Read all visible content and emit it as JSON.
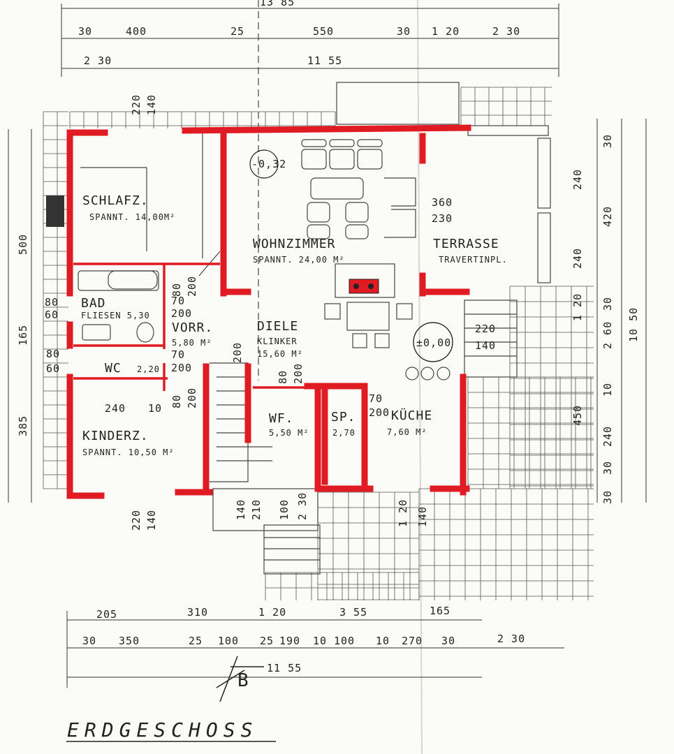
{
  "title": "ERDGESCHOSS",
  "section_marker": "B",
  "colors": {
    "wall": "#e01b24",
    "ink": "#222222",
    "paper": "#fbfbf7"
  },
  "dims_top": {
    "row0": [
      "13 85"
    ],
    "row1": [
      "30",
      "400",
      "25",
      "550",
      "30",
      "1 20",
      "2 30"
    ],
    "row2": [
      "2 30",
      "11 55"
    ]
  },
  "dims_bottom": {
    "row1": [
      "205",
      "310",
      "1 20",
      "3 55",
      "165"
    ],
    "row2": [
      "30",
      "350",
      "25",
      "100",
      "25",
      "190",
      "10",
      "100",
      "10",
      "270",
      "30",
      "2 30"
    ],
    "row3": [
      "11 55"
    ]
  },
  "dims_left": [
    "500",
    "165",
    "385",
    "80",
    "60",
    "80",
    "60"
  ],
  "dims_right": [
    "30",
    "240",
    "420",
    "240",
    "30",
    "1 20",
    "2 60",
    "10",
    "450",
    "240",
    "30",
    "30",
    "10 50"
  ],
  "dims_interior": [
    "220",
    "140",
    "220",
    "140",
    "220",
    "140",
    "80",
    "200",
    "70",
    "200",
    "70",
    "200",
    "80",
    "200",
    "240",
    "10",
    "80",
    "200",
    "200",
    "70",
    "200",
    "140",
    "210",
    "100",
    "2 30",
    "1 20",
    "140",
    "360",
    "230"
  ],
  "levels": [
    "-0,32",
    "±0,00"
  ],
  "rooms": [
    {
      "name": "SCHLAFZ.",
      "detail": "SPANNT. 14,00M²"
    },
    {
      "name": "WOHNZIMMER",
      "detail": "SPANNT. 24,00 M²"
    },
    {
      "name": "TERRASSE",
      "detail": "TRAVERTINPL."
    },
    {
      "name": "BAD",
      "detail": "FLIESEN 5,30"
    },
    {
      "name": "VORR.",
      "detail": "5,80 M²"
    },
    {
      "name": "DIELE",
      "detail": "KLINKER"
    },
    {
      "name": "",
      "detail": "15,60 M²"
    },
    {
      "name": "WC",
      "detail": "2,20"
    },
    {
      "name": "KINDERZ.",
      "detail": "SPANNT. 10,50 M²"
    },
    {
      "name": "WF.",
      "detail": "5,50 M²"
    },
    {
      "name": "SP.",
      "detail": "2,70"
    },
    {
      "name": "KÜCHE",
      "detail": "7,60 M²"
    }
  ]
}
